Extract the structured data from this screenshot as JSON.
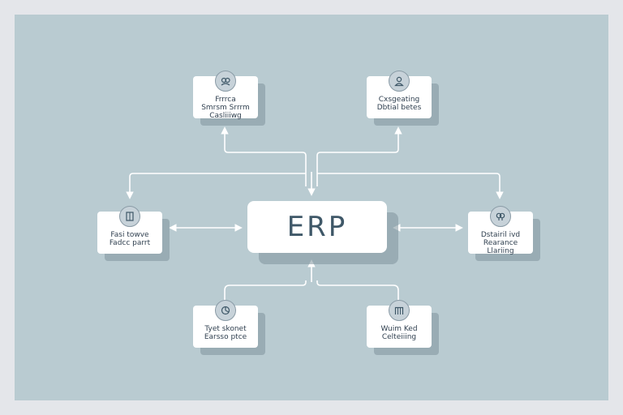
{
  "diagram": {
    "center": {
      "label": "ERP"
    },
    "nodes": [
      {
        "id": "n-tl",
        "icon": "people-icon",
        "label": "Frrrca\nSmrsm Srrrm\nCasliiiwg"
      },
      {
        "id": "n-tr",
        "icon": "user-icon",
        "label": "Cxsgeating\nDbtial betes"
      },
      {
        "id": "n-ml",
        "icon": "document-icon",
        "label": "Fasi towve\nFadcc parrt"
      },
      {
        "id": "n-mr",
        "icon": "group-icon",
        "label": "Dstairil ivd\nRearance\nLlariing"
      },
      {
        "id": "n-bl",
        "icon": "chart-icon",
        "label": "Tyet skonet\nEarsso ptce"
      },
      {
        "id": "n-br",
        "icon": "building-icon",
        "label": "Wuim Ked\nCelteiiing"
      }
    ]
  },
  "colors": {
    "background": "#b9cbd1",
    "node": "#ffffff",
    "connector": "#ffffff",
    "accent": "#3f5868"
  }
}
